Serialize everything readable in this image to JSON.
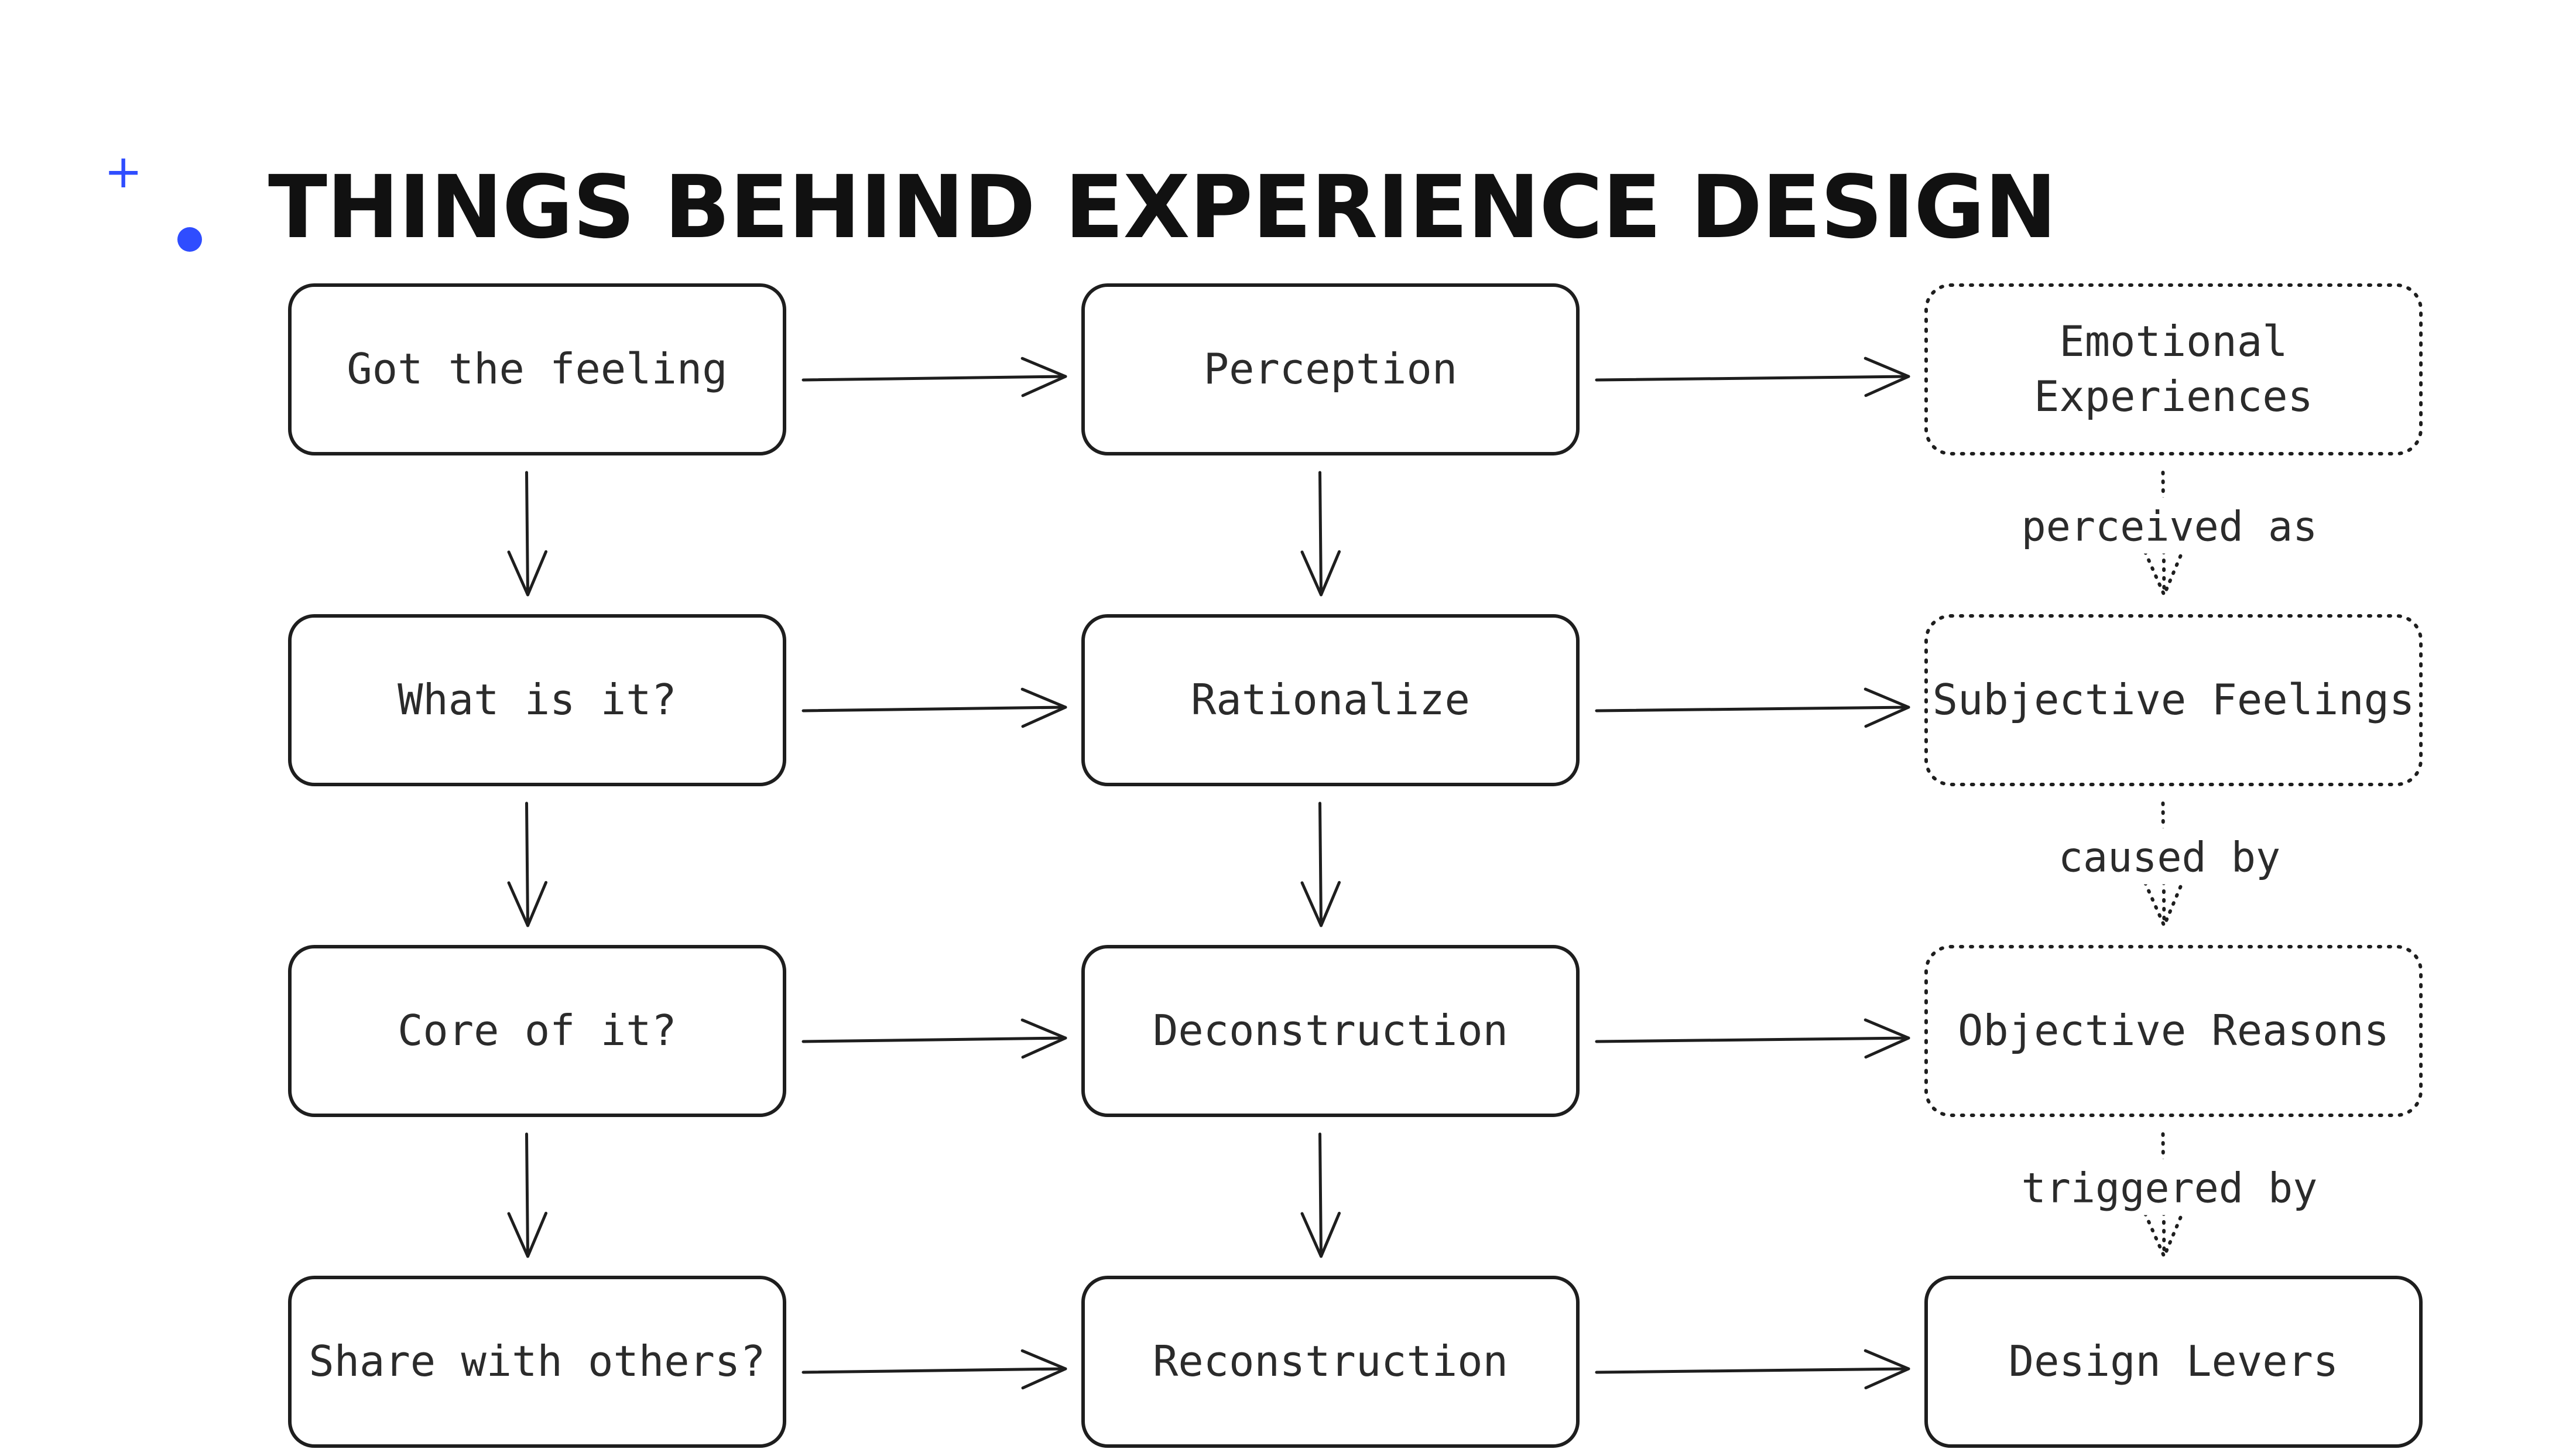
{
  "slide": {
    "title": "THINGS BEHIND EXPERIENCE DESIGN"
  },
  "diagram": {
    "nodes": [
      {
        "id": "got-feeling",
        "lines": [
          "Got the feeling"
        ],
        "style": "solid"
      },
      {
        "id": "perception",
        "lines": [
          "Perception"
        ],
        "style": "solid"
      },
      {
        "id": "emotional-experiences",
        "lines": [
          "Emotional",
          "Experiences"
        ],
        "style": "dotted"
      },
      {
        "id": "what-is-it",
        "lines": [
          "What is it?"
        ],
        "style": "solid"
      },
      {
        "id": "rationalize",
        "lines": [
          "Rationalize"
        ],
        "style": "solid"
      },
      {
        "id": "subjective-feelings",
        "lines": [
          "Subjective Feelings"
        ],
        "style": "dotted"
      },
      {
        "id": "core-of-it",
        "lines": [
          "Core of it?"
        ],
        "style": "solid"
      },
      {
        "id": "deconstruction",
        "lines": [
          "Deconstruction"
        ],
        "style": "solid"
      },
      {
        "id": "objective-reasons",
        "lines": [
          "Objective Reasons"
        ],
        "style": "dotted"
      },
      {
        "id": "share-with-others",
        "lines": [
          "Share with others?"
        ],
        "style": "solid"
      },
      {
        "id": "reconstruction",
        "lines": [
          "Reconstruction"
        ],
        "style": "solid"
      },
      {
        "id": "design-levers",
        "lines": [
          "Design Levers"
        ],
        "style": "solid"
      }
    ],
    "edges": [
      {
        "from": "got-feeling",
        "to": "perception",
        "style": "solid"
      },
      {
        "from": "perception",
        "to": "emotional-experiences",
        "style": "solid"
      },
      {
        "from": "what-is-it",
        "to": "rationalize",
        "style": "solid"
      },
      {
        "from": "rationalize",
        "to": "subjective-feelings",
        "style": "solid"
      },
      {
        "from": "core-of-it",
        "to": "deconstruction",
        "style": "solid"
      },
      {
        "from": "deconstruction",
        "to": "objective-reasons",
        "style": "solid"
      },
      {
        "from": "share-with-others",
        "to": "reconstruction",
        "style": "solid"
      },
      {
        "from": "reconstruction",
        "to": "design-levers",
        "style": "solid"
      },
      {
        "from": "got-feeling",
        "to": "what-is-it",
        "style": "solid"
      },
      {
        "from": "what-is-it",
        "to": "core-of-it",
        "style": "solid"
      },
      {
        "from": "core-of-it",
        "to": "share-with-others",
        "style": "solid"
      },
      {
        "from": "perception",
        "to": "rationalize",
        "style": "solid"
      },
      {
        "from": "rationalize",
        "to": "deconstruction",
        "style": "solid"
      },
      {
        "from": "deconstruction",
        "to": "reconstruction",
        "style": "solid"
      },
      {
        "from": "emotional-experiences",
        "to": "subjective-feelings",
        "style": "dotted",
        "label": "perceived as"
      },
      {
        "from": "subjective-feelings",
        "to": "objective-reasons",
        "style": "dotted",
        "label": "caused by"
      },
      {
        "from": "objective-reasons",
        "to": "design-levers",
        "style": "dotted",
        "label": "triggered by"
      }
    ]
  },
  "colors": {
    "accent": "#2f4dff",
    "ink": "#1e1e1e",
    "background": "#ffffff"
  }
}
